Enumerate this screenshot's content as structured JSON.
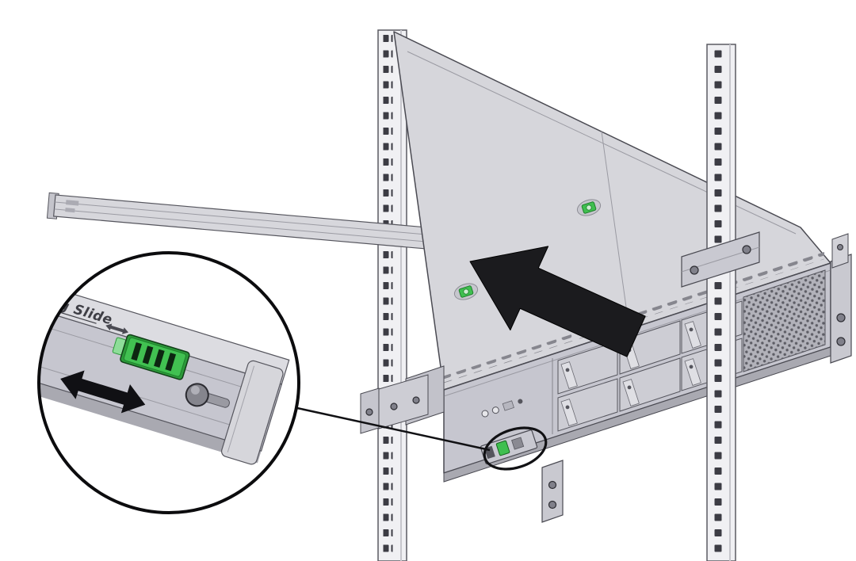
{
  "figure": {
    "type": "technical-illustration",
    "subject": "Sliding a rack-mount server into the rack on slide-rails",
    "background_color": "#ffffff"
  },
  "rack": {
    "posts_visible": 2
  },
  "server": {
    "drive_bay_rows": 2,
    "drive_bay_columns": 3,
    "top_cover_latches": 2
  },
  "callout": {
    "rail_brand_label": "King Slide"
  },
  "colors": {
    "chassis_top": "#d6d6db",
    "chassis_front": "#c6c6cf",
    "rack_post": "#f0f0f3",
    "release_button_green": "#41c151",
    "insert_arrow_black": "#1b1b1e",
    "outline": "#4a4a52"
  }
}
